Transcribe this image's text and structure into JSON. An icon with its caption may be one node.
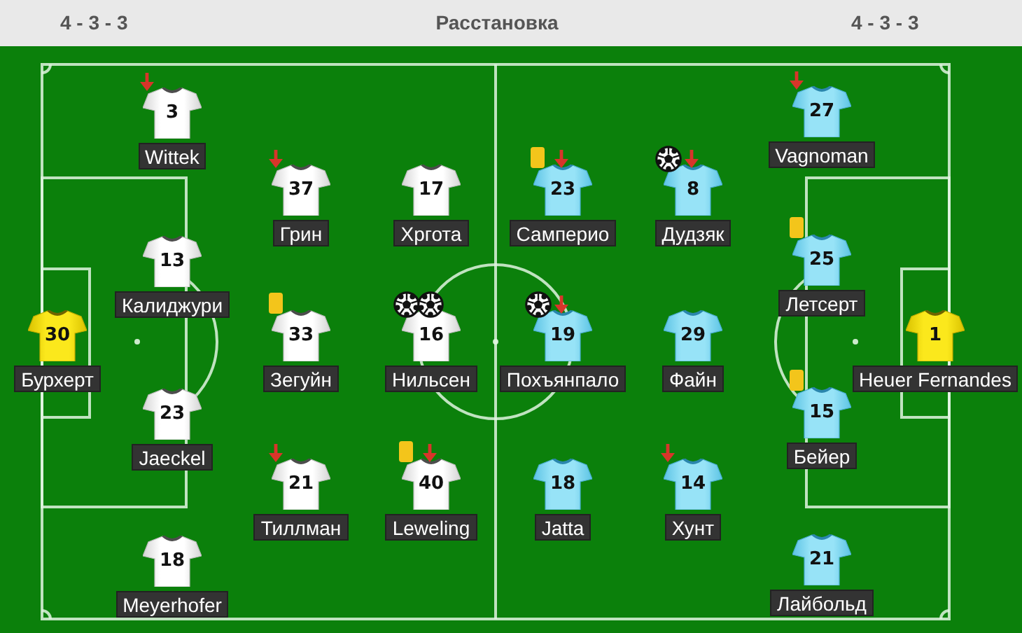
{
  "diagram": {
    "title": "Расстановка",
    "labels": [
      "4 - 3 - 3",
      "4 - 3 - 3"
    ],
    "nodes": [
      {
        "text": [
          "30"
        ],
        "beside": [
          "Бурхерт"
        ]
      },
      {
        "text": [
          "3"
        ],
        "beside": [
          "Wittek"
        ]
      },
      {
        "text": [
          "13"
        ],
        "beside": [
          "Калиджури"
        ]
      },
      {
        "text": [
          "23"
        ],
        "beside": [
          "Jaeckel"
        ]
      },
      {
        "text": [
          "18"
        ],
        "beside": [
          "Meyerhofer"
        ]
      },
      {
        "text": [
          "37"
        ],
        "beside": [
          "Грин"
        ]
      },
      {
        "text": [
          "33"
        ],
        "beside": [
          "Зегуйн"
        ]
      },
      {
        "text": [
          "21"
        ],
        "beside": [
          "Тиллман"
        ]
      },
      {
        "text": [
          "17"
        ],
        "beside": [
          "Хргота"
        ]
      },
      {
        "text": [
          "16"
        ],
        "beside": [
          "Нильсен"
        ]
      },
      {
        "text": [
          "40"
        ],
        "beside": [
          "Leweling"
        ]
      },
      {
        "text": [
          "23"
        ],
        "beside": [
          "Самперио"
        ]
      },
      {
        "text": [
          "19"
        ],
        "beside": [
          "Похъянпало"
        ]
      },
      {
        "text": [
          "18"
        ],
        "beside": [
          "Jatta"
        ]
      },
      {
        "text": [
          "8"
        ],
        "beside": [
          "Дудзяк"
        ]
      },
      {
        "text": [
          "29"
        ],
        "beside": [
          "Файн"
        ]
      },
      {
        "text": [
          "14"
        ],
        "beside": [
          "Хунт"
        ]
      },
      {
        "text": [
          "27"
        ],
        "beside": [
          "Vagnoman"
        ]
      },
      {
        "text": [
          "25"
        ],
        "beside": [
          "Летсерт"
        ]
      },
      {
        "text": [
          "15"
        ],
        "beside": [
          "Бейер"
        ]
      },
      {
        "text": [
          "21"
        ],
        "beside": [
          "Лайбольд"
        ]
      },
      {
        "text": [
          "1"
        ],
        "beside": [
          "Heuer Fernandes"
        ]
      }
    ]
  }
}
